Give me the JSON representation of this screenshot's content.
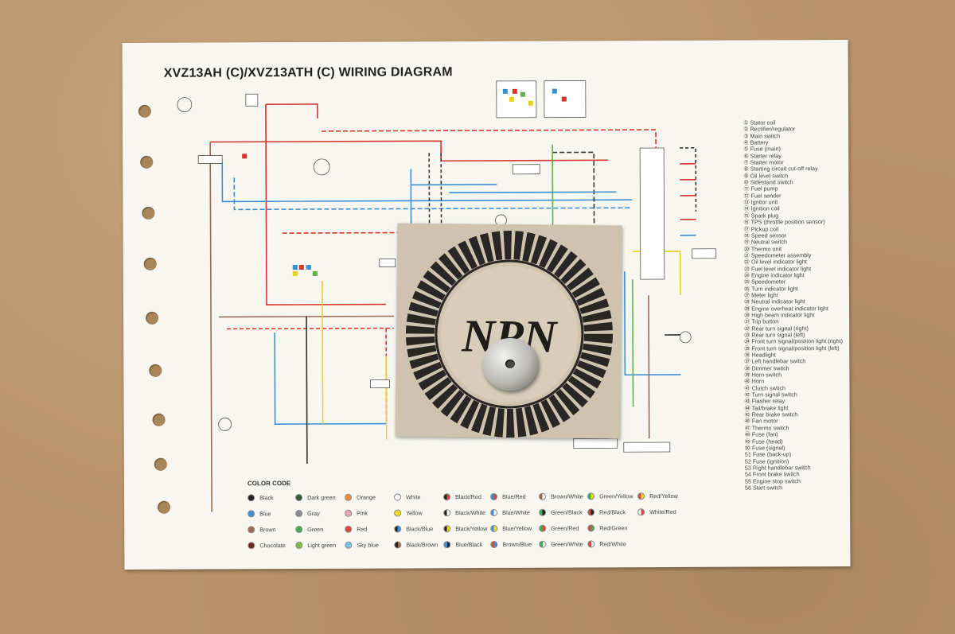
{
  "sheet": {
    "title": "XVZ13AH (C)/XVZ13ATH (C) WIRING DIAGRAM"
  },
  "legend": [
    "① Stator coil",
    "② Rectifier/regulator",
    "③ Main switch",
    "④ Battery",
    "⑤ Fuse (main)",
    "⑥ Starter relay",
    "⑦ Starter motor",
    "⑧ Starting circuit cut-off relay",
    "⑨ Oil level switch",
    "⑩ Sidestand switch",
    "⑪ Fuel pump",
    "⑫ Fuel sender",
    "⑬ Ignitor unit",
    "⑭ Ignition coil",
    "⑮ Spark plug",
    "⑯ TPS (throttle position sensor)",
    "⑰ Pickup coil",
    "⑱ Speed sensor",
    "⑲ Neutral switch",
    "⑳ Thermo unit",
    "㉑ Speedometer assembly",
    "㉒ Oil level indicator light",
    "㉓ Fuel level indicator light",
    "㉔ Engine indicator light",
    "㉕ Speedometer",
    "㉖ Turn indicator light",
    "㉗ Meter light",
    "㉘ Neutral indicator light",
    "㉙ Engine overheat indicator light",
    "㉚ High beam indicator light",
    "㉛ Trip button",
    "㉜ Rear turn signal (right)",
    "㉝ Rear turn signal (left)",
    "㉞ Front turn signal/position light (right)",
    "㉟ Front turn signal/position light (left)",
    "㊱ Headlight",
    "㊲ Left handlebar switch",
    "㊳ Dimmer switch",
    "㊴ Horn switch",
    "㊵ Horn",
    "㊶ Clutch switch",
    "㊷ Turn signal switch",
    "㊸ Flasher relay",
    "㊹ Tail/brake light",
    "㊺ Rear brake switch",
    "㊻ Fan motor",
    "㊼ Thermo switch",
    "㊽ Fuse (fan)",
    "㊾ Fuse (head)",
    "㊿ Fuse (signal)",
    "51 Fuse (back-up)",
    "52 Fuse (ignition)",
    "53 Right handlebar switch",
    "54 Front brake switch",
    "55 Engine stop switch",
    "56 Start switch"
  ],
  "color_code": {
    "title": "COLOR CODE",
    "columns": [
      [
        {
          "label": "Black",
          "c1": "#222222",
          "c2": "#222222"
        },
        {
          "label": "Blue",
          "c1": "#3a8fd6",
          "c2": "#3a8fd6"
        },
        {
          "label": "Brown",
          "c1": "#a0674a",
          "c2": "#a0674a"
        },
        {
          "label": "Chocolate",
          "c1": "#6e2a20",
          "c2": "#6e2a20"
        }
      ],
      [
        {
          "label": "Dark green",
          "c1": "#2f5d34",
          "c2": "#2f5d34"
        },
        {
          "label": "Gray",
          "c1": "#8c8c8c",
          "c2": "#8c8c8c"
        },
        {
          "label": "Green",
          "c1": "#3fae4a",
          "c2": "#3fae4a"
        },
        {
          "label": "Light green",
          "c1": "#7cc242",
          "c2": "#7cc242"
        }
      ],
      [
        {
          "label": "Orange",
          "c1": "#ef8a3a",
          "c2": "#ef8a3a"
        },
        {
          "label": "Pink",
          "c1": "#f2a2b8",
          "c2": "#f2a2b8"
        },
        {
          "label": "Red",
          "c1": "#e0443a",
          "c2": "#e0443a"
        },
        {
          "label": "Sky blue",
          "c1": "#74c5ea",
          "c2": "#74c5ea"
        }
      ],
      [
        {
          "label": "White",
          "c1": "#ffffff",
          "c2": "#ffffff"
        },
        {
          "label": "Yellow",
          "c1": "#f2dc1a",
          "c2": "#f2dc1a"
        },
        {
          "label": "Black/Blue",
          "c1": "#222222",
          "c2": "#3a8fd6"
        },
        {
          "label": "Black/Brown",
          "c1": "#222222",
          "c2": "#a0674a"
        }
      ],
      [
        {
          "label": "Black/Red",
          "c1": "#222222",
          "c2": "#e0443a"
        },
        {
          "label": "Black/White",
          "c1": "#222222",
          "c2": "#ffffff"
        },
        {
          "label": "Black/Yellow",
          "c1": "#222222",
          "c2": "#f2dc1a"
        },
        {
          "label": "Blue/Black",
          "c1": "#3a8fd6",
          "c2": "#222222"
        }
      ],
      [
        {
          "label": "Blue/Red",
          "c1": "#3a8fd6",
          "c2": "#e0443a"
        },
        {
          "label": "Blue/White",
          "c1": "#3a8fd6",
          "c2": "#ffffff"
        },
        {
          "label": "Blue/Yellow",
          "c1": "#3a8fd6",
          "c2": "#f2dc1a"
        },
        {
          "label": "Brown/Blue",
          "c1": "#a0674a",
          "c2": "#3a8fd6"
        }
      ],
      [
        {
          "label": "Brown/White",
          "c1": "#a0674a",
          "c2": "#ffffff"
        },
        {
          "label": "Green/Black",
          "c1": "#3fae4a",
          "c2": "#222222"
        },
        {
          "label": "Green/Red",
          "c1": "#3fae4a",
          "c2": "#e0443a"
        },
        {
          "label": "Green/White",
          "c1": "#3fae4a",
          "c2": "#ffffff"
        }
      ],
      [
        {
          "label": "Green/Yellow",
          "c1": "#3fae4a",
          "c2": "#f2dc1a"
        },
        {
          "label": "Red/Black",
          "c1": "#e0443a",
          "c2": "#222222"
        },
        {
          "label": "Red/Green",
          "c1": "#e0443a",
          "c2": "#3fae4a"
        },
        {
          "label": "Red/White",
          "c1": "#e0443a",
          "c2": "#ffffff"
        }
      ],
      [
        {
          "label": "Red/Yellow",
          "c1": "#e0443a",
          "c2": "#f2dc1a"
        },
        {
          "label": "White/Red",
          "c1": "#ffffff",
          "c2": "#e0443a"
        }
      ]
    ]
  },
  "sticker": {
    "logo_text": "NPN",
    "paper_color": "#cfc3b0",
    "tire_color": "#2a2624"
  },
  "colors": {
    "board": "#b8936a",
    "sheet": "#f7f6f1",
    "wire_red": "#d9342b",
    "wire_blue": "#3a8fd6",
    "wire_brown": "#9a6a55",
    "wire_black": "#333333",
    "wire_green": "#5db34a",
    "wire_yellow": "#e9d21c"
  }
}
